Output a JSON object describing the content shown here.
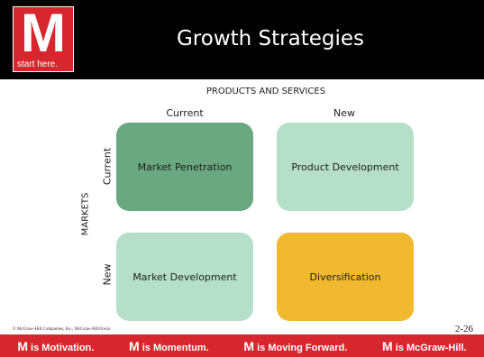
{
  "header": {
    "logo_letter": "M",
    "logo_tagline": "start here.",
    "title": "Growth Strategies"
  },
  "diagram": {
    "top_axis_label": "PRODUCTS AND SERVICES",
    "side_axis_label": "MARKETS",
    "columns": [
      "Current",
      "New"
    ],
    "rows": [
      "Current",
      "New"
    ],
    "cells": [
      {
        "label": "Market Penetration",
        "color": "#6aa882"
      },
      {
        "label": "Product Development",
        "color": "#b5dfc9"
      },
      {
        "label": "Market Development",
        "color": "#b5dfc9"
      },
      {
        "label": "Diversification",
        "color": "#f0b92f"
      }
    ]
  },
  "footer": {
    "credit": "© McGraw-Hill Companies, Inc., McGraw-Hill/Irwin",
    "page_number": "2-26",
    "slogans": [
      {
        "m": "M",
        "text": " is Motivation."
      },
      {
        "m": "M",
        "text": " is Momentum."
      },
      {
        "m": "M",
        "text": " is Moving Forward."
      },
      {
        "m": "M",
        "text": " is McGraw-Hill."
      }
    ]
  },
  "colors": {
    "brand_red": "#d8262e",
    "header_bg": "#000000"
  }
}
